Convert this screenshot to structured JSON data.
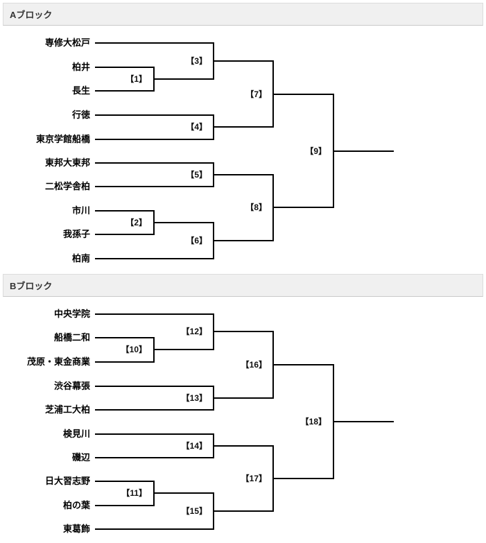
{
  "page": {
    "background_color": "#ffffff",
    "line_color": "#000000",
    "header_bg_color": "#f0f0f0",
    "header_text_color": "#333333"
  },
  "blocks": [
    {
      "title": "Aブロック",
      "teams": [
        "専修大松戸",
        "柏井",
        "長生",
        "行徳",
        "東京学館船橋",
        "東邦大東邦",
        "二松学舎柏",
        "市川",
        "我孫子",
        "柏南"
      ],
      "matches": [
        "【1】",
        "【2】",
        "【3】",
        "【4】",
        "【5】",
        "【6】",
        "【7】",
        "【8】",
        "【9】"
      ]
    },
    {
      "title": "Bブロック",
      "teams": [
        "中央学院",
        "船橋二和",
        "茂原・東金商業",
        "渋谷幕張",
        "芝浦工大柏",
        "検見川",
        "磯辺",
        "日大習志野",
        "柏の葉",
        "東葛飾"
      ],
      "matches": [
        "【10】",
        "【11】",
        "【12】",
        "【13】",
        "【14】",
        "【15】",
        "【16】",
        "【17】",
        "【18】"
      ]
    }
  ]
}
